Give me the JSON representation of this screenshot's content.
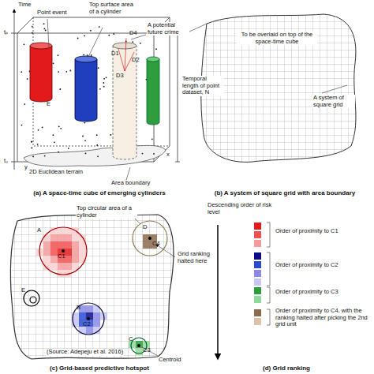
{
  "diagram": {
    "labels": [
      "Time",
      "tₚ",
      "t₀",
      "Point event",
      "Top surface area of a cylinder",
      "A potential future crime",
      "E",
      "D4",
      "D1",
      "D2",
      "D3",
      "Temporal length of point dataset, N",
      "2D Euclidean terrain",
      "Area boundary",
      "x",
      "y",
      "(a) A space-time cube of emerging cylinders",
      "To be overlaid on top of the space-time cube",
      "A system of square grid",
      "(b) A system of square grid with area boundary",
      "A",
      "C1",
      "Top circular area of a cylinder",
      "D",
      "C4",
      "Grid ranking halted here",
      "E",
      "B",
      "C2",
      "C",
      "C3",
      "Centroid",
      "(Source: Adepeju et al. 2016)",
      "(c) Grid-based predictive hotspot",
      "Descending order of risk level",
      "Order of proximity to C1",
      "Order of proximity to C2",
      "Order of proximity to C3",
      "Order of proximity to C4, with the ranking halted after picking the 2nd grid unit",
      "(d) Grid ranking"
    ]
  }
}
